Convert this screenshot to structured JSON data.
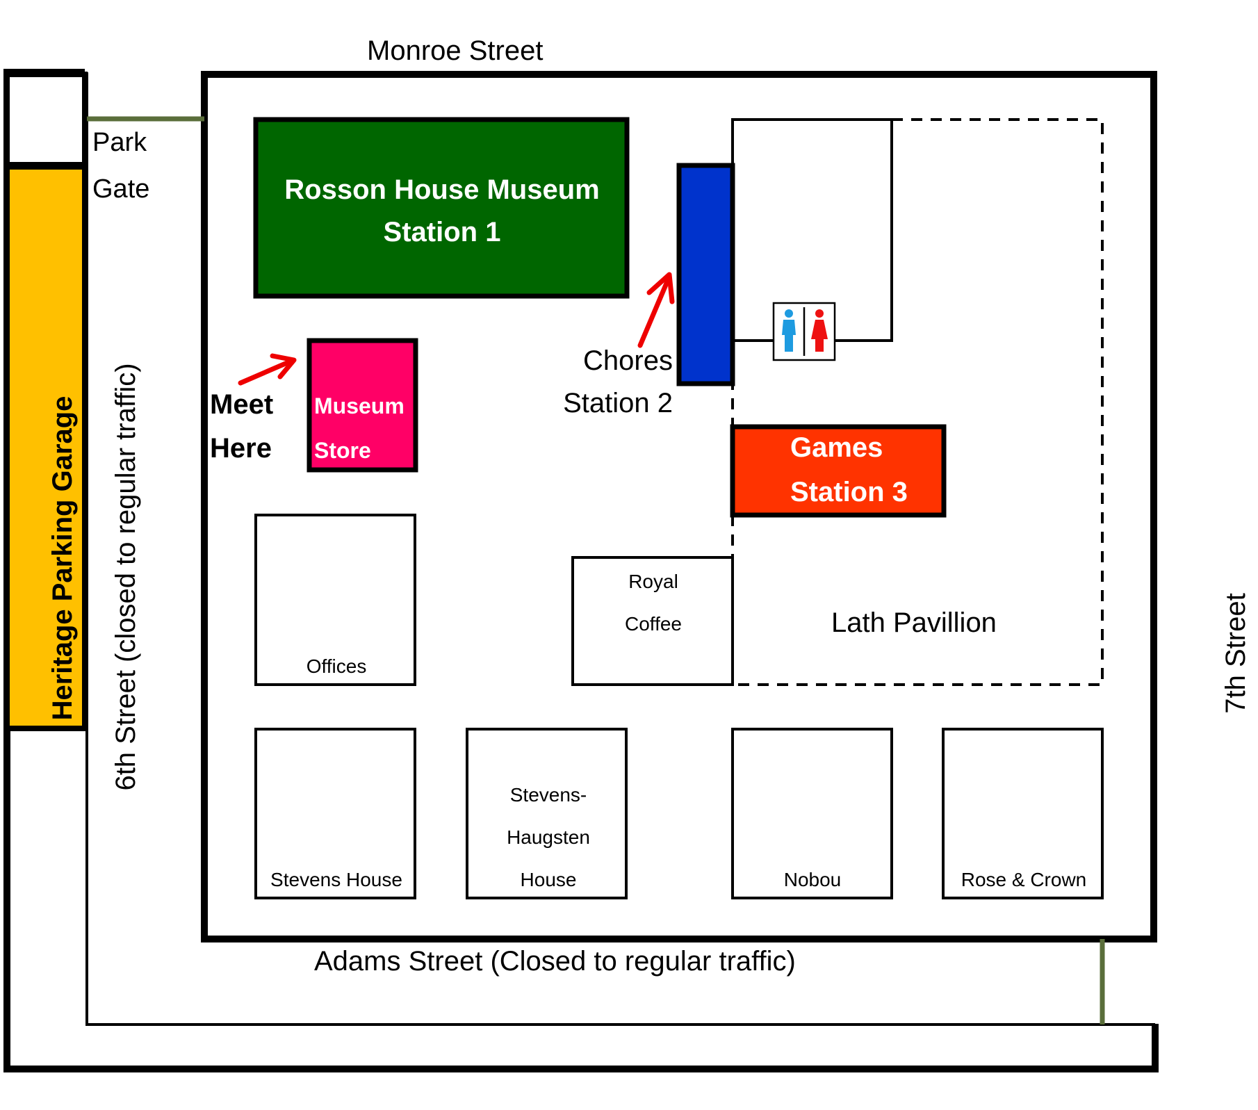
{
  "streets": {
    "north": "Monroe Street",
    "west": "6th Street (closed to regular traffic)",
    "south": "Adams Street (Closed to regular traffic)",
    "east": "7th Street"
  },
  "park_gate": {
    "line1": "Park",
    "line2": "Gate"
  },
  "parking_garage": {
    "label": "Heritage Parking Garage",
    "color": "#FFC000"
  },
  "stations": {
    "museum": {
      "line1": "Rosson House Museum",
      "line2": "Station 1",
      "color": "#006600"
    },
    "chores": {
      "line1": "Chores",
      "line2": "Station 2",
      "color": "#0033CC"
    },
    "games": {
      "line1": "Games",
      "line2": "Station 3",
      "color": "#FF3300"
    }
  },
  "meet_here": {
    "line1": "Meet",
    "line2": "Here"
  },
  "museum_store": {
    "line1": "Museum",
    "line2": "Store",
    "color": "#FF0066"
  },
  "buildings": {
    "offices": "Offices",
    "royal_coffee": {
      "line1": "Royal",
      "line2": "Coffee"
    },
    "stevens_house": "Stevens House",
    "stevens_haugsten": {
      "line1": "Stevens-",
      "line2": "Haugsten",
      "line3": "House"
    },
    "nobou": "Nobou",
    "rose_crown": "Rose & Crown",
    "lath_pavilion": "Lath Pavillion"
  },
  "restroom": {
    "icon": "restroom-icon",
    "men_color": "#1E9BE0",
    "women_color": "#EE1111"
  },
  "colors": {
    "arrow": "#EE0000",
    "gate_line": "#5A6E3A"
  }
}
